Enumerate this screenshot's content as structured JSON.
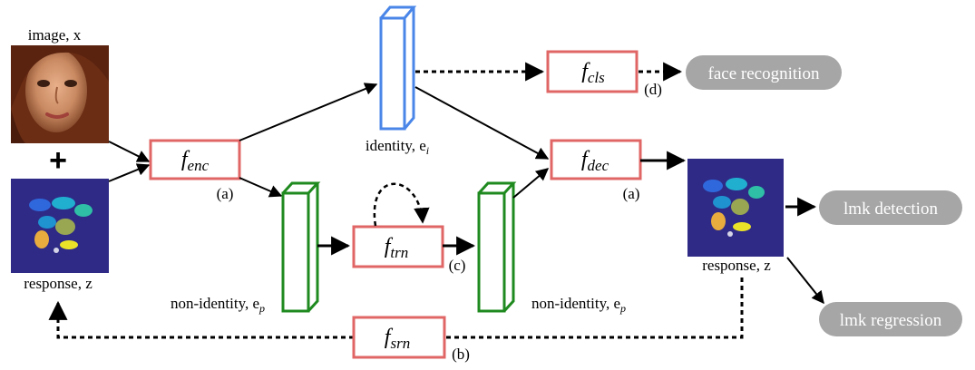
{
  "input": {
    "image_label": "image, x",
    "response_label": "response, z",
    "plus_symbol": "+"
  },
  "modules": {
    "enc": {
      "base": "f",
      "sub": "enc",
      "tag": "(a)"
    },
    "cls": {
      "base": "f",
      "sub": "cls",
      "tag": "(d)"
    },
    "dec": {
      "base": "f",
      "sub": "dec",
      "tag": "(a)"
    },
    "trn": {
      "base": "f",
      "sub": "trn",
      "tag": "(c)"
    },
    "srn": {
      "base": "f",
      "sub": "srn",
      "tag": "(b)"
    }
  },
  "embeddings": {
    "identity": {
      "label": "identity, e",
      "sub": "i"
    },
    "nonidentity_left": {
      "label": "non-identity, e",
      "sub": "p"
    },
    "nonidentity_right": {
      "label": "non-identity, e",
      "sub": "p"
    }
  },
  "output": {
    "response_label": "response, z"
  },
  "tasks": {
    "face_recognition": "face recognition",
    "lmk_detection": "lmk detection",
    "lmk_regression": "lmk regression"
  },
  "colors": {
    "module_border": "#e06666",
    "identity_block": "#4a86e8",
    "nonidentity_block": "#1f8a1f",
    "task_pill": "#a6a6a6",
    "heatmap_bg": "#2e2a86"
  }
}
